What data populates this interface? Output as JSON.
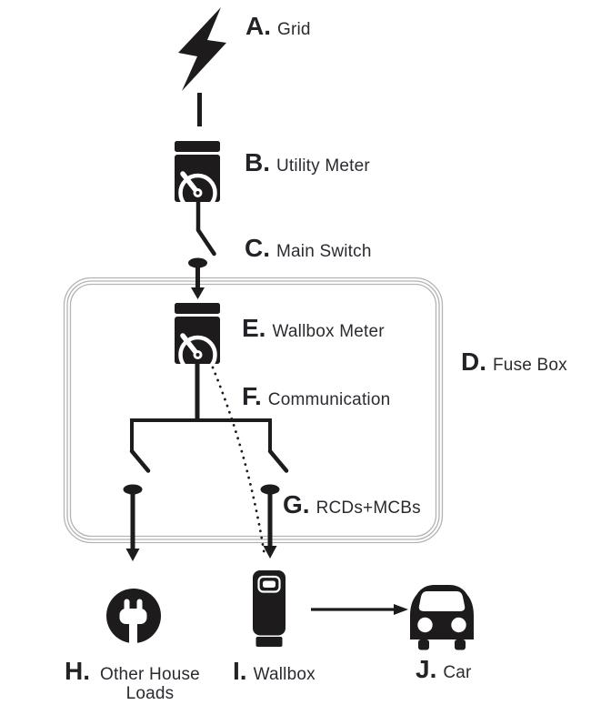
{
  "page": {
    "background": "#ffffff"
  },
  "diagram": {
    "type": "wiring-diagram",
    "subject": "Wallbox home charging installation schematic",
    "nodes": [
      {
        "id": "grid",
        "letter": "A.",
        "label": "Grid",
        "icon": "lightning-bolt-icon"
      },
      {
        "id": "utility-meter",
        "letter": "B.",
        "label": "Utility Meter",
        "icon": "electric-meter-icon"
      },
      {
        "id": "main-switch",
        "letter": "C.",
        "label": "Main Switch",
        "icon": "open-switch-symbol"
      },
      {
        "id": "fuse-box",
        "letter": "D.",
        "label": "Fuse Box",
        "icon": "rounded-enclosure-outline"
      },
      {
        "id": "wallbox-meter",
        "letter": "E.",
        "label": "Wallbox Meter",
        "icon": "electric-meter-icon"
      },
      {
        "id": "communication",
        "letter": "F.",
        "label": "Communication",
        "icon": "dotted-curve"
      },
      {
        "id": "rcds-mcbs",
        "letter": "G.",
        "label": "RCDs+MCBs",
        "icon": "open-switch-symbols"
      },
      {
        "id": "other-house-loads",
        "letter": "H.",
        "label": "Other House Loads",
        "icon": "plug-circle-icon"
      },
      {
        "id": "wallbox",
        "letter": "I.",
        "label": "Wallbox",
        "icon": "ev-charger-icon"
      },
      {
        "id": "car",
        "letter": "J.",
        "label": "Car",
        "icon": "car-front-icon"
      }
    ],
    "edges": [
      {
        "from": "grid",
        "to": "utility-meter",
        "style": "solid-line"
      },
      {
        "from": "utility-meter",
        "to": "main-switch",
        "style": "solid-line-open-switch"
      },
      {
        "from": "main-switch",
        "to": "wallbox-meter",
        "style": "solid-arrow"
      },
      {
        "from": "wallbox-meter",
        "to": "rcds-mcbs",
        "style": "solid-branch"
      },
      {
        "from": "rcds-mcbs",
        "to": "other-house-loads",
        "style": "solid-arrow"
      },
      {
        "from": "rcds-mcbs",
        "to": "wallbox",
        "style": "solid-arrow"
      },
      {
        "from": "wallbox-meter",
        "to": "wallbox",
        "style": "dotted-curve",
        "meaning": "communication"
      },
      {
        "from": "wallbox",
        "to": "car",
        "style": "solid-arrow"
      }
    ],
    "colors": {
      "ink": "#1d1b1c",
      "label_text": "#2c2a30",
      "enclosure_border": "#b3b3b3",
      "background": "#ffffff"
    }
  }
}
